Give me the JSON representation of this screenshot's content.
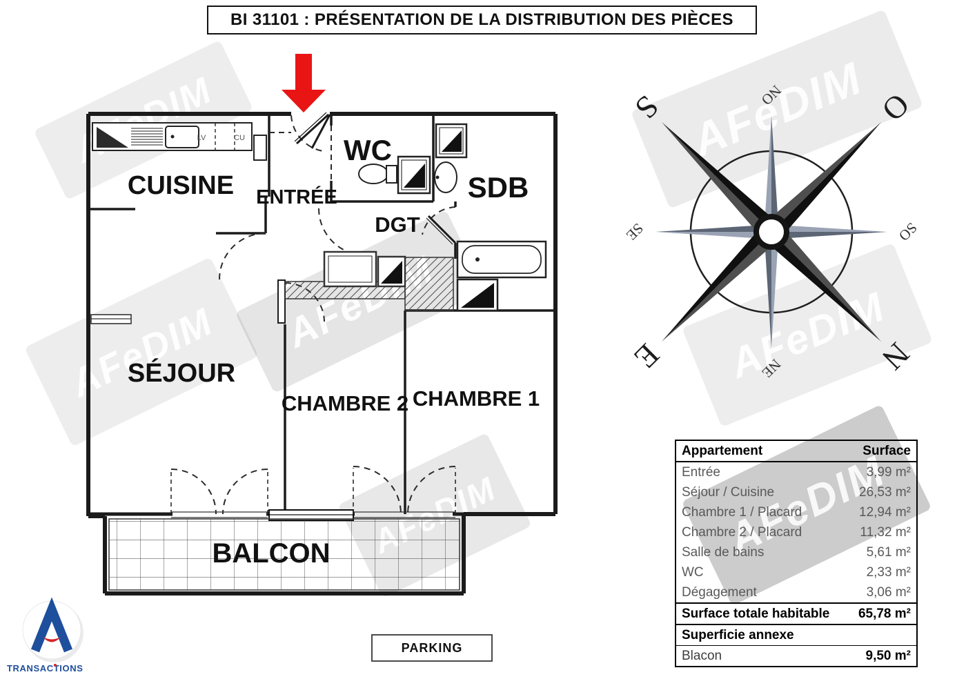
{
  "title": "BI 31101 : PRÉSENTATION DE LA DISTRIBUTION DES PIÈCES",
  "watermark": "AFeDIM",
  "plan": {
    "rooms": {
      "cuisine": "CUISINE",
      "entree": "ENTRÉE",
      "wc": "WC",
      "sdb": "SDB",
      "dgt": "DGT",
      "sejour": "SÉJOUR",
      "chambre2": "CHAMBRE 2",
      "chambre1": "CHAMBRE 1",
      "balcon": "BALCON"
    },
    "kitchen": {
      "lv": "LV",
      "cu": "CU"
    }
  },
  "compass": {
    "n": "N",
    "e": "E",
    "s": "S",
    "o": "O",
    "ne": "NE",
    "no": "NO",
    "se": "SE",
    "so": "SO"
  },
  "table": {
    "header": {
      "col1": "Appartement",
      "col2": "Surface"
    },
    "rows": [
      {
        "label": "Entrée",
        "value": "3,99 m²"
      },
      {
        "label": "Séjour / Cuisine",
        "value": "26,53 m²"
      },
      {
        "label": "Chambre 1 / Placard",
        "value": "12,94 m²"
      },
      {
        "label": "Chambre 2 / Placard",
        "value": "11,32 m²"
      },
      {
        "label": "Salle de bains",
        "value": "5,61 m²"
      },
      {
        "label": "WC",
        "value": "2,33 m²"
      },
      {
        "label": "Dégagement",
        "value": "3,06 m²"
      }
    ],
    "total": {
      "label": "Surface totale habitable",
      "value": "65,78 m²"
    },
    "annex_header": "Superficie annexe",
    "annex": {
      "label": "Blacon",
      "value": "9,50 m²"
    }
  },
  "parking_label": "PARKING",
  "logo": {
    "text": "TRANSACTIONS"
  },
  "colors": {
    "arrow_red": "#e91515",
    "wall_black": "#1b1b1b",
    "logo_blue": "#1e4f9c",
    "logo_red": "#d6242b",
    "muted_text": "#595959"
  }
}
